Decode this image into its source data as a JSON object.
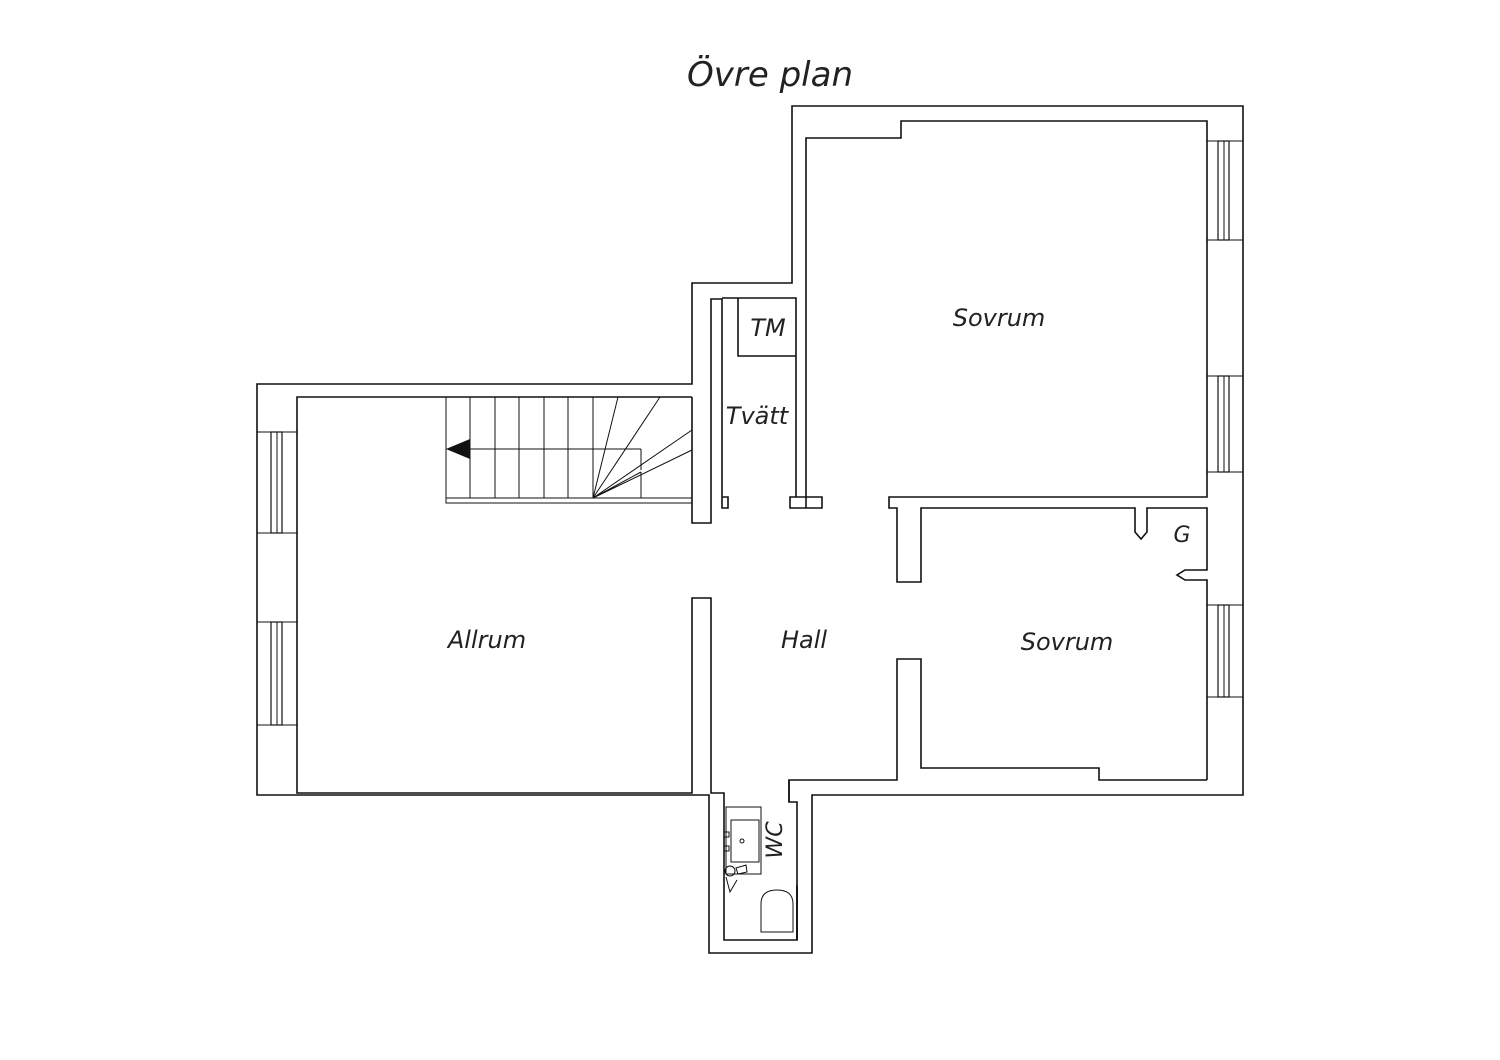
{
  "title": "Övre plan",
  "rooms": {
    "bedroom_large": "Sovrum",
    "closet_tm": "TM",
    "laundry": "Tvätt",
    "family_room": "Allrum",
    "hall": "Hall",
    "bedroom_small": "Sovrum",
    "wardrobe_g": "G",
    "wc": "WC"
  }
}
